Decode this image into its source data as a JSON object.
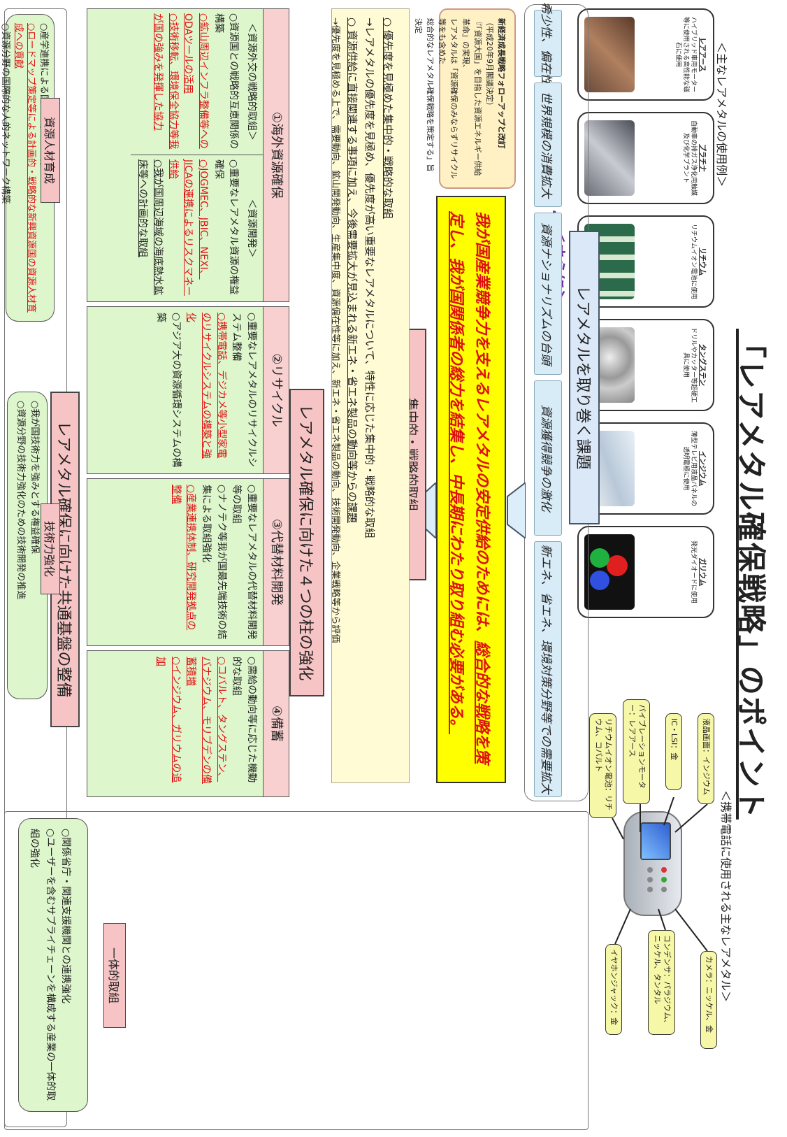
{
  "title": "「レアメタル確保戦略」のポイント",
  "examples_caption": "＜主なレアメタルの使用例＞",
  "metals": [
    {
      "name": "レアアース",
      "desc": "ハイブリッド車用モーター等に使用される高性能な磁石に使用",
      "color": "#7a5a3a"
    },
    {
      "name": "プラチナ",
      "desc": "自動車の排ガス浄化用触媒及び化学プラント",
      "color": "#8d8f96"
    },
    {
      "name": "リチウム",
      "desc": "リチウムイオン電池に使用",
      "color": "#3a7a5a"
    },
    {
      "name": "タングステン",
      "desc": "ドリルやカッター等超硬工具に使用",
      "color": "#9a9a9a"
    },
    {
      "name": "インジウム",
      "desc": "薄型テレビ用液晶パネルの透明電極に使用",
      "color": "#b8c8d8"
    },
    {
      "name": "ガリウム",
      "desc": "発光ダイオードに使用",
      "color": "#c03030"
    }
  ],
  "phone_caption": "＜携帯電話に使用される主なレアメタル＞",
  "phone_tags": [
    {
      "text": "液晶画面：インジウム"
    },
    {
      "text": "IC・LSI：金"
    },
    {
      "text": "バイブレーションモーター：レアアース"
    },
    {
      "text": "リチウムイオン電池：リチウム、コバルト"
    },
    {
      "text": "カメラ：ニッケル、金"
    },
    {
      "text": "コンデンサ：パラジウム、ニッケル、タンタル"
    },
    {
      "text": "イヤホンジャック：金"
    }
  ],
  "sarani": "…＜さらに＞…",
  "challenges_header": "レアメタルを取り巻く課題",
  "challenges": [
    "希少性、偏在性",
    "世界規模の消費拡大",
    "資源ナショナリズムの台頭",
    "資源獲得競争の激化",
    "新エネ、省エネ、環境対策分野等での需要拡大"
  ],
  "orange_box": {
    "lines": [
      "新経済成長戦略フォローアップと改訂",
      "（平成20年9月閣議決定）",
      "『「資源大国」を目指した資源エネルギー供給革命』の実現、",
      "レアメタルは「資源確保のみならずリサイクル等をも含めた",
      "総合的なレアメタル確保戦略を策定する」旨決定"
    ]
  },
  "yellow_box": {
    "plain1": "我が国産業競争力を支えるレアメタルの安定供給のためには、",
    "underline": "総合的な戦略を策定し、我が国関係者の総力を結集し、中長期にわたり取り組む必要がある。"
  },
  "focus_header": "集中的・戦略的取組",
  "focus_lines": [
    "○ 優先度を見極めた集中的・戦略的な取組",
    "→レアメタルの優先度を見極め、優先度が高い重要なレアメタルについて、特性に応じた集中的・戦略的な取組",
    "○ 資源供給に直接関連する事項に加え、今後需要拡大が見込まれる新エネ・省エネ製品の動向等からの課題",
    "→優先度を見極める上で、需要動向、鉱山開発動向、生産集中度、資源偏在性等に加え、新エネ・省エネ製品の動向、技術開発動向、企業戦略等から評価"
  ],
  "four_pillars_header": "レアメタル確保に向けた４つの柱の強化",
  "pillars": [
    {
      "title": "①海外資源確保",
      "col1": {
        "title": "＜資源外交の戦略的取組＞",
        "items": [
          {
            "text": "○資源国との戦略的互恵関係の構築",
            "red": false
          },
          {
            "text": "○鉱山周辺インフラ整備等へのODAツールの活用",
            "red": true
          },
          {
            "text": "○技術移転、環境保全協力等我が国の強みを発揮した協力",
            "red": true
          }
        ]
      },
      "col2": {
        "title": "＜資源開発＞",
        "items": [
          {
            "text": "○重要なレアメタル資源の権益確保",
            "red": false
          },
          {
            "text": "○JOGMEC、JBIC、NEXI、JICAの連携によるリスクマネー供給",
            "red": true
          },
          {
            "text": "○我が国周辺海域の海底熱水鉱床等への計画的な取組",
            "red": false
          }
        ]
      }
    },
    {
      "title": "②リサイクル",
      "items": [
        {
          "text": "○重要なレアメタルのリサイクルシステム整備",
          "red": false
        },
        {
          "text": "○携帯電話、デジカメ等小型家電のリサイクルシステムの構築と強化",
          "red": true
        },
        {
          "text": "○アジア大の資源循環システムの構築",
          "red": false
        }
      ]
    },
    {
      "title": "③代替材料開発",
      "items": [
        {
          "text": "○重要なレアメタルの代替材料開発等の取組",
          "red": false
        },
        {
          "text": "○ナノテク等我が国最先端技術の結集による取組強化",
          "red": false
        },
        {
          "text": "○産業連携体制、研究開発拠点の整備",
          "red": true
        }
      ]
    },
    {
      "title": "④備蓄",
      "items": [
        {
          "text": "○需給の動向等に応じた機動的な取組",
          "red": false
        },
        {
          "text": "○コバルト、タングステン、バナジウム、モリブデンの備蓄積増",
          "red": true
        },
        {
          "text": "○インジウム、ガリウムの追加",
          "red": true
        }
      ]
    }
  ],
  "common_base_header": "レアメタル確保に向けた共通基盤の整備",
  "hr": {
    "title": "資源人材育成",
    "items": [
      {
        "text": "○産学連携による国内資源人材の育成",
        "red": false
      },
      {
        "text": "○ロードマップ策定等による計画的・戦略的な新興資源国の資源人材育成への貢献",
        "red": true
      },
      {
        "text": "○資源分野の国際的な人的ネットワーク構築",
        "red": false
      }
    ]
  },
  "tech": {
    "title": "技術力強化",
    "items": [
      {
        "text": "○我が国技術力を強みとする権益確保",
        "red": false
      },
      {
        "text": "○資源分野の技術力強化のための技術開発の推進",
        "red": false
      }
    ]
  },
  "unified": {
    "title": "一体的取組",
    "items": [
      {
        "text": "○関係省庁・関連支援機関との連携強化",
        "red": false
      },
      {
        "text": "○ユーザーを含むサプライチェーンを構成する産業の一体的取組の強化",
        "red": false
      }
    ]
  },
  "colors": {
    "yellow": "#ffff00",
    "red_text": "#e01010",
    "green_box": "#ddf6cc",
    "pink_header": "#f6c4c4"
  }
}
